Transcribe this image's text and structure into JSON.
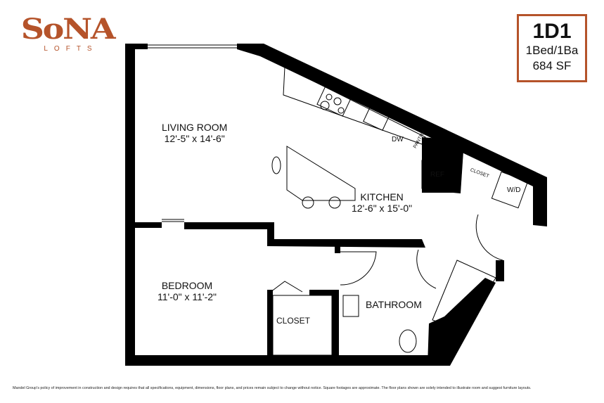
{
  "brand": {
    "name": "SoNA",
    "subtitle": "LOFTS",
    "color": "#b5532a"
  },
  "unit": {
    "name": "1D1",
    "beds_baths": "1Bed/1Ba",
    "area": "684 SF"
  },
  "rooms": {
    "living": {
      "name": "LIVING ROOM",
      "size": "12'-5\" x 14'-6\""
    },
    "kitchen": {
      "name": "KITCHEN",
      "size": "12'-6\" x 15'-0\""
    },
    "bedroom": {
      "name": "BEDROOM",
      "size": "11'-0\" x 11'-2\""
    },
    "bathroom": {
      "name": "BATHROOM"
    },
    "closet": {
      "name": "CLOSET"
    }
  },
  "fixtures": {
    "dw": "DW",
    "pantry": "PANTRY",
    "ref": "REF",
    "closet_small": "CLOSET",
    "wd": "W/D"
  },
  "disclaimer": "Mandel Group's policy of improvement in construction and design requires that all specifications, equipment, dimensions, floor plans, and prices remain subject to change without notice. Square footages are approximate. The floor plans shown are solely intended to illustrate room and suggest furniture layouts."
}
